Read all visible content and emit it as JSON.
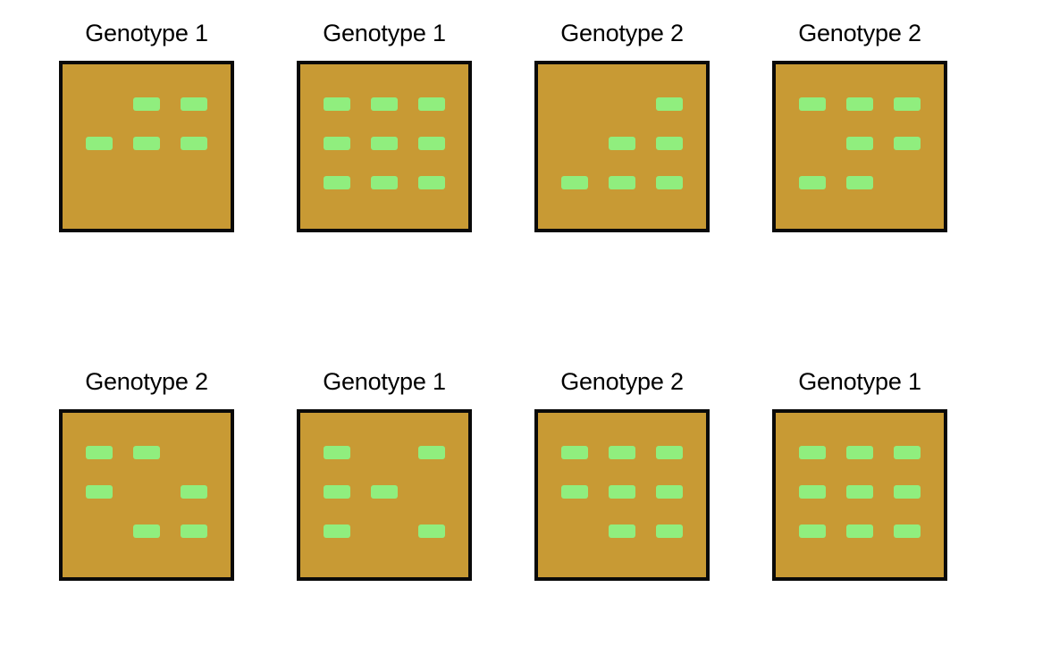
{
  "figure": {
    "type": "gel-plate-panel-array",
    "background_color": "#ffffff",
    "plate_color": "#C89A34",
    "band_color": "#90EE7E",
    "border_color": "#0a0a0a",
    "rows": 2,
    "columns": 4,
    "band_grid_rows": 3,
    "band_grid_columns": 3
  },
  "panels": [
    {
      "title": "Genotype 1",
      "bands": [
        [
          false,
          true,
          true
        ],
        [
          true,
          true,
          true
        ],
        [
          false,
          false,
          false
        ]
      ]
    },
    {
      "title": "Genotype 1",
      "bands": [
        [
          true,
          true,
          true
        ],
        [
          true,
          true,
          true
        ],
        [
          true,
          true,
          true
        ]
      ]
    },
    {
      "title": "Genotype 2",
      "bands": [
        [
          false,
          false,
          true
        ],
        [
          false,
          true,
          true
        ],
        [
          true,
          true,
          true
        ]
      ]
    },
    {
      "title": "Genotype 2",
      "bands": [
        [
          true,
          true,
          true
        ],
        [
          false,
          true,
          true
        ],
        [
          true,
          true,
          false
        ]
      ]
    },
    {
      "title": "Genotype 2",
      "bands": [
        [
          true,
          true,
          false
        ],
        [
          true,
          false,
          true
        ],
        [
          false,
          true,
          true
        ]
      ]
    },
    {
      "title": "Genotype 1",
      "bands": [
        [
          true,
          false,
          true
        ],
        [
          true,
          true,
          false
        ],
        [
          true,
          false,
          true
        ]
      ]
    },
    {
      "title": "Genotype 2",
      "bands": [
        [
          true,
          true,
          true
        ],
        [
          true,
          true,
          true
        ],
        [
          false,
          true,
          true
        ]
      ]
    },
    {
      "title": "Genotype 1",
      "bands": [
        [
          true,
          true,
          true
        ],
        [
          true,
          true,
          true
        ],
        [
          true,
          true,
          true
        ]
      ]
    }
  ]
}
